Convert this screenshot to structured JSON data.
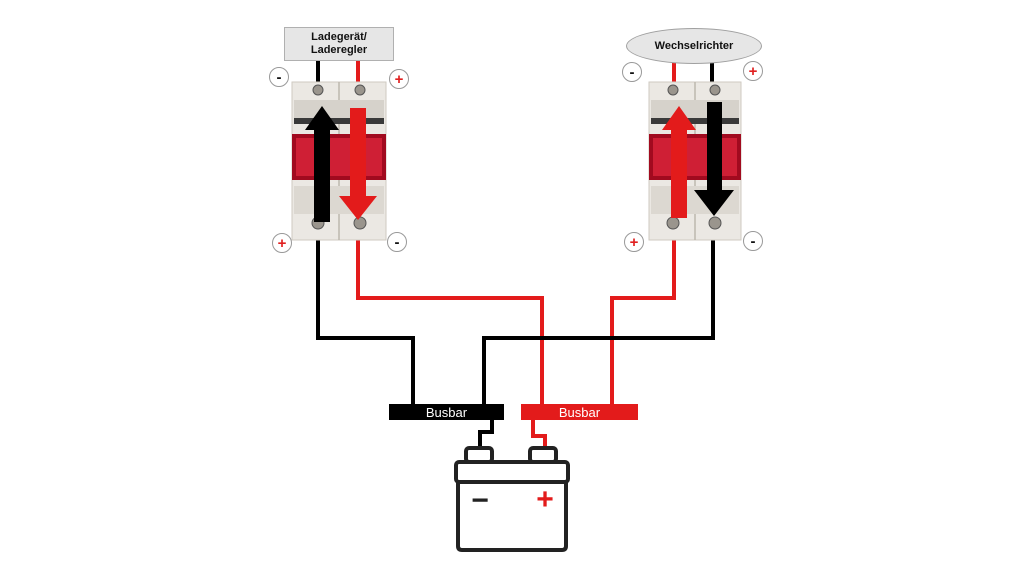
{
  "labels": {
    "left_device_line1": "Ladegerät/",
    "left_device_line2": "Laderegler",
    "right_device": "Wechselrichter"
  },
  "terminal_signs": {
    "plus": "+",
    "minus": "-"
  },
  "busbars": {
    "negative_label": "Busbar",
    "positive_label": "Busbar"
  },
  "battery": {
    "minus_symbol": "−",
    "plus_symbol": "+"
  },
  "colors": {
    "positive_wire": "#e31b1b",
    "negative_wire": "#000000",
    "breaker_body": "#e9e6e1",
    "breaker_toggle": "#c8102e",
    "label_box": "#e6e6e6"
  },
  "icons": [
    "circuit-breaker-icon",
    "battery-icon",
    "arrow-up-icon",
    "arrow-down-icon"
  ]
}
